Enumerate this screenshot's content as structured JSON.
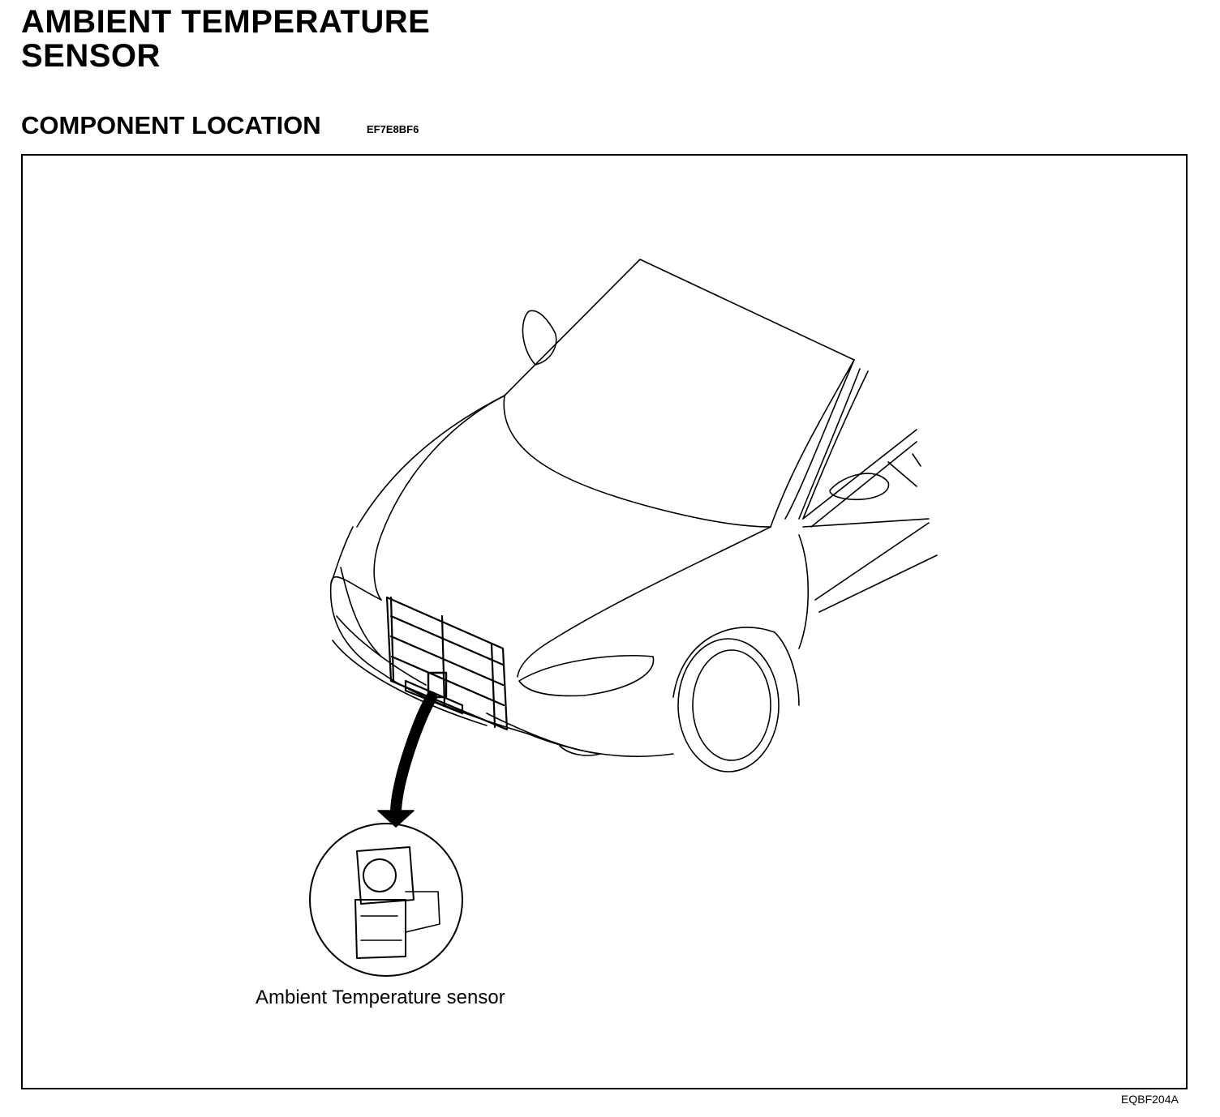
{
  "page": {
    "title_line1": "AMBIENT TEMPERATURE",
    "title_line2": "SENSOR",
    "section_title": "COMPONENT LOCATION",
    "section_code": "EF7E8BF6"
  },
  "diagram": {
    "callout_label": "Ambient Temperature sensor",
    "figure_id": "EQBF204A"
  }
}
